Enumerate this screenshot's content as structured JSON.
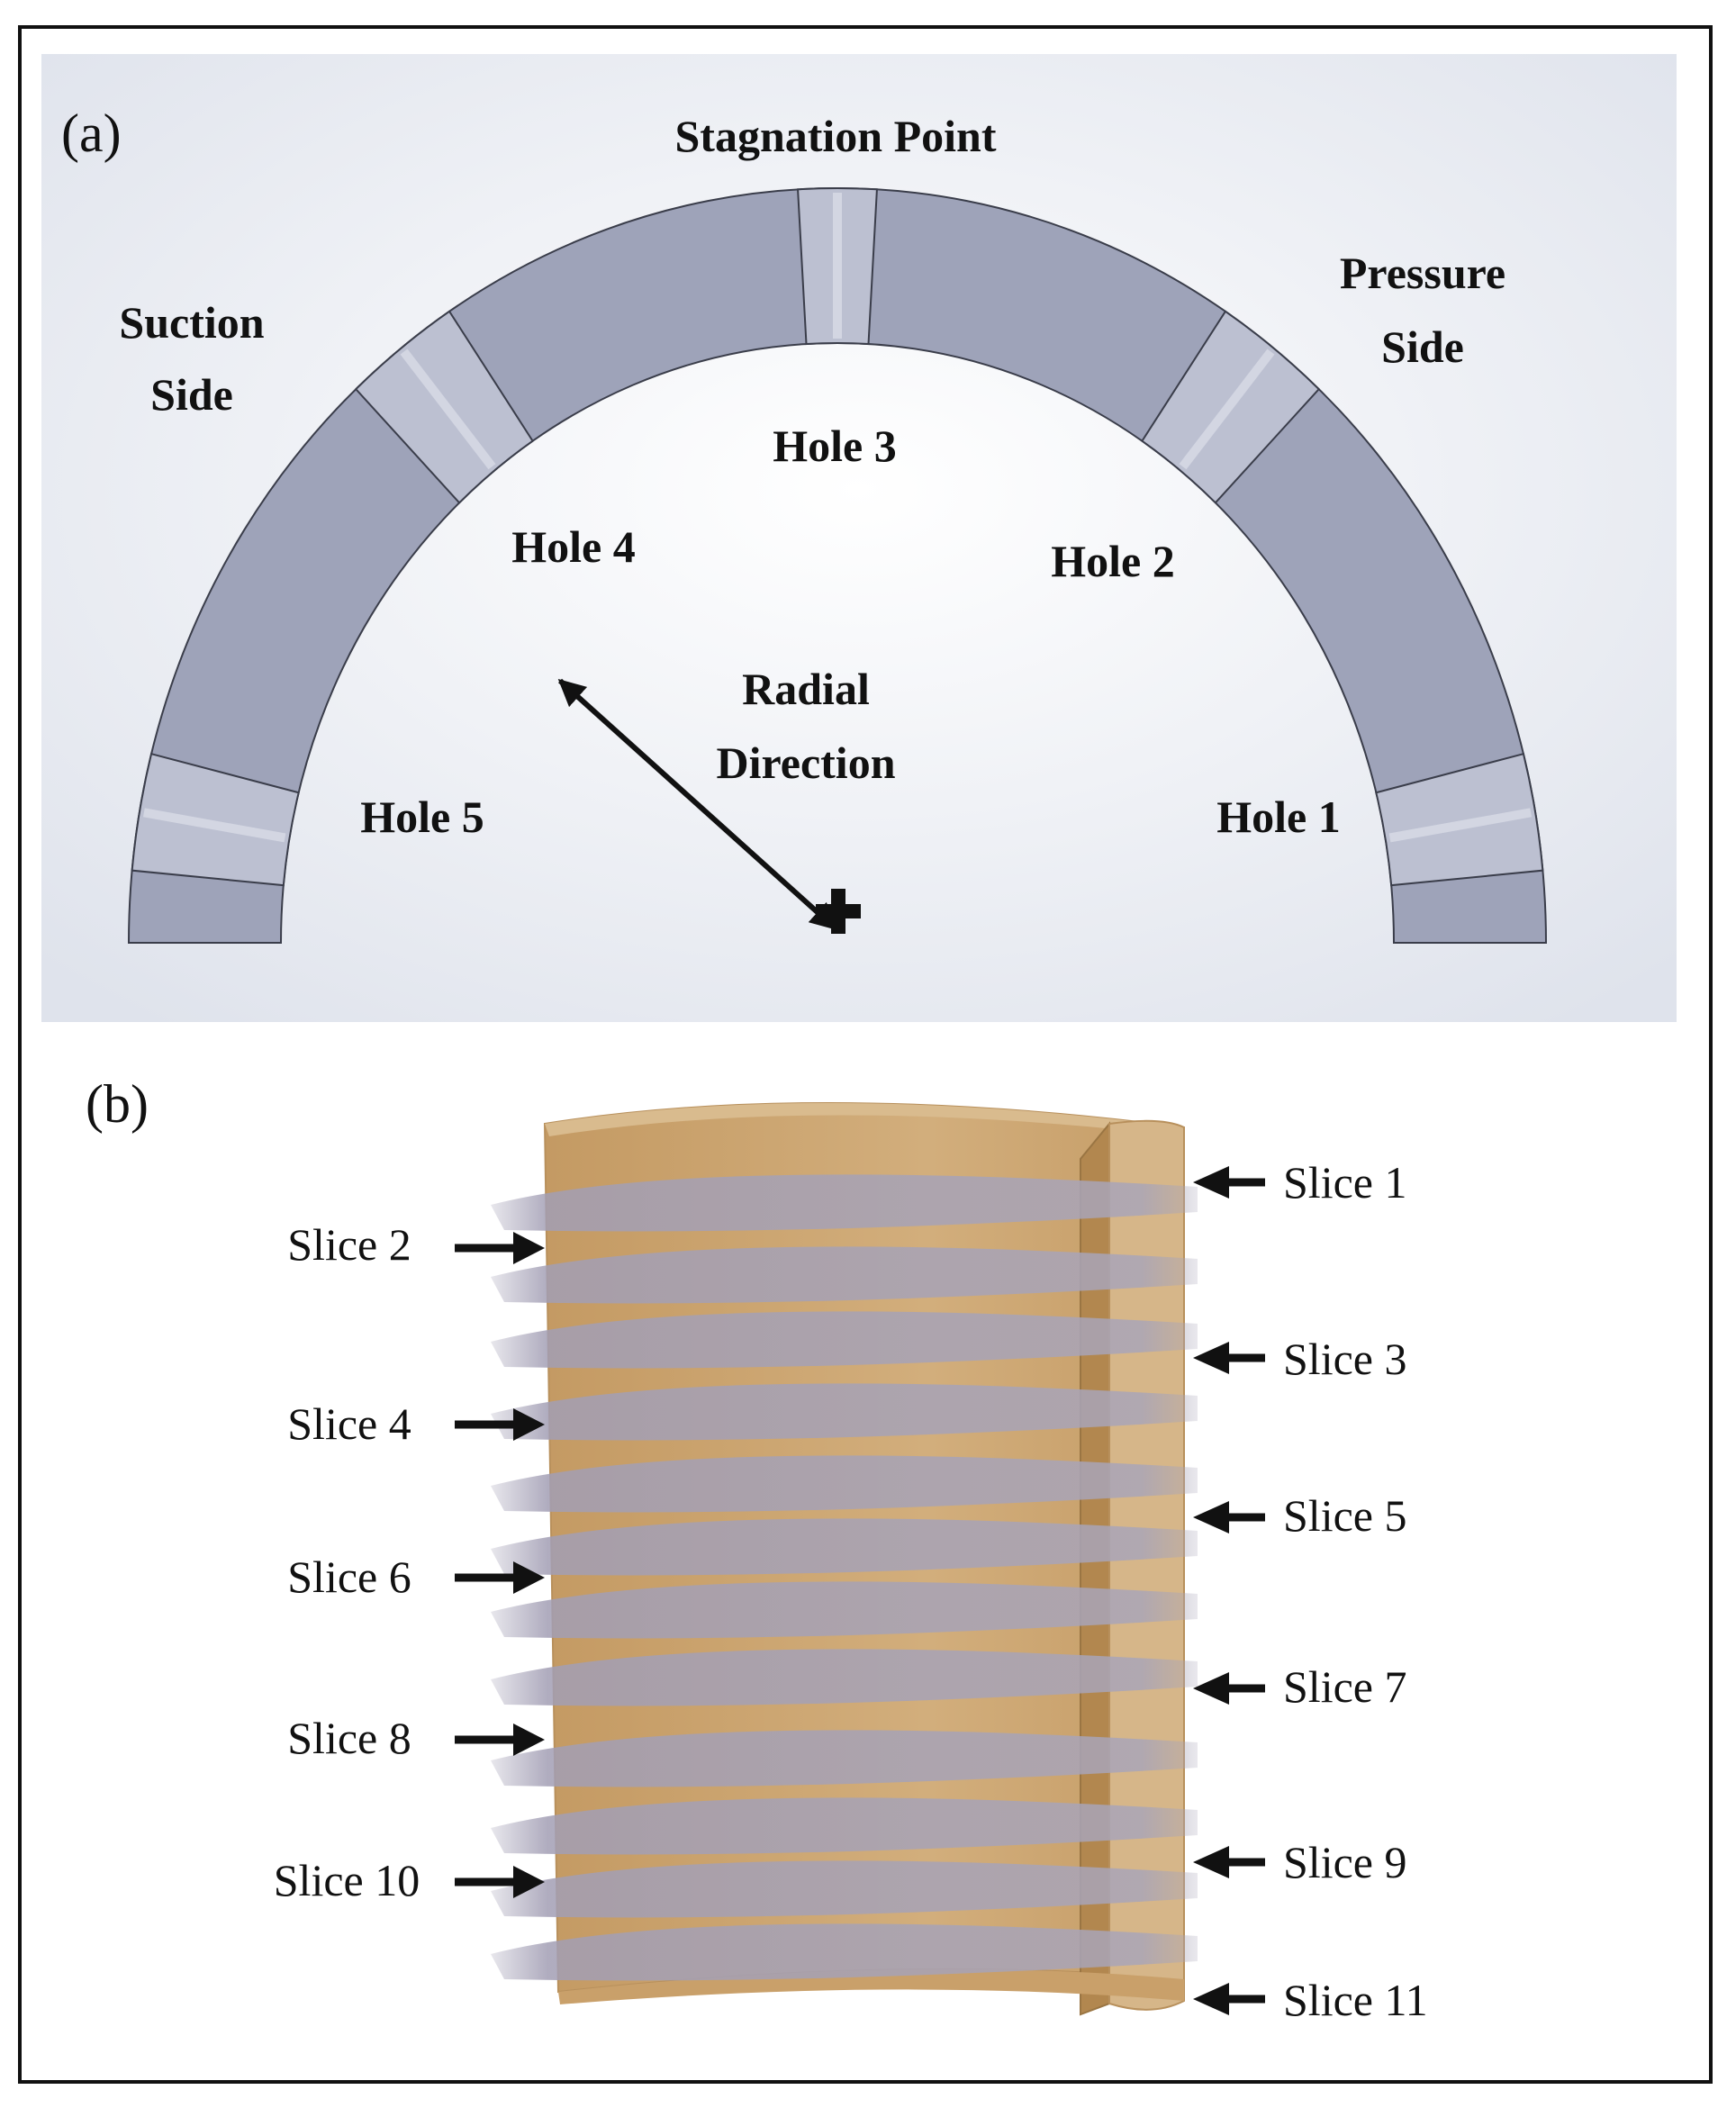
{
  "panel_a": {
    "label": "(a)",
    "stagnation_point": "Stagnation Point",
    "suction_side": [
      "Suction",
      "Side"
    ],
    "pressure_side": [
      "Pressure",
      "Side"
    ],
    "holes": [
      "Hole 1",
      "Hole 2",
      "Hole 3",
      "Hole 4",
      "Hole 5"
    ],
    "radial_direction": [
      "Radial",
      "Direction"
    ]
  },
  "panel_b": {
    "label": "(b)",
    "slices_left": [
      "Slice 2",
      "Slice 4",
      "Slice 6",
      "Slice 8",
      "Slice 10"
    ],
    "slices_right": [
      "Slice 1",
      "Slice 3",
      "Slice 5",
      "Slice 7",
      "Slice 9",
      "Slice 11"
    ]
  },
  "colors": {
    "arch": "#9ea3b9",
    "hole": "#b9bdcf",
    "background_a": "#e8ebf1",
    "wall": "#c9a472",
    "slice": "#a7a3b6",
    "arrow": "#111111"
  }
}
